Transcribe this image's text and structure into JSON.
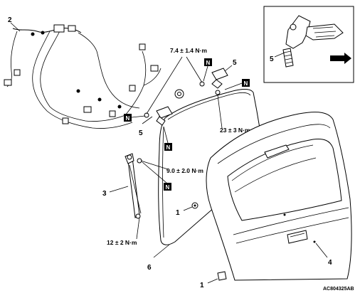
{
  "part_numbers": {
    "harness": "2",
    "gas_spring": "3",
    "tailgate": "4",
    "clip_upper": "5",
    "clip_lower": "5",
    "clip_inset": "5",
    "weatherstrip": "6",
    "grommet_mid": "1",
    "grommet_low": "1"
  },
  "torques": {
    "hinge_upper": "7.4 ± 1.4 N·m",
    "hinge_right": "23 ± 3 N·m",
    "strut_upper": "9.0 ± 2.0 N·m",
    "strut_lower": "12 ± 2 N·m"
  },
  "n_mark": "N",
  "diagram_code": "AC804325AB"
}
